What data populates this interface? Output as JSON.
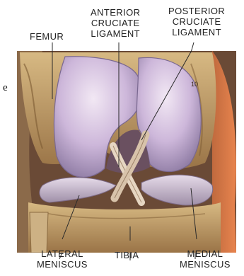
{
  "labels": {
    "femur": "FEMUR",
    "anterior_cruciate_ligament": [
      "ANTERIOR",
      "CRUCIATE",
      "LIGAMENT"
    ],
    "posterior_cruciate_ligament": [
      "POSTERIOR",
      "CRUCIATE",
      "LIGAMENT"
    ],
    "lateral_meniscus": [
      "LATERAL",
      "MENISCUS"
    ],
    "tibia": "TIBIA",
    "medial_meniscus": [
      "MEDIAL",
      "MENISCUS"
    ]
  },
  "edge_fragment": "e",
  "scan_number": "10",
  "colors": {
    "bone": "#c9a978",
    "bone_dark": "#8c6a3e",
    "cartilage": "#d9c8e6",
    "cartilage_shadow": "#9d8ab0",
    "ligament": "#d8c6b0",
    "background_flesh": "#e07848",
    "background_dark": "#5a3a2a",
    "leader_line": "#2a2a2a"
  }
}
